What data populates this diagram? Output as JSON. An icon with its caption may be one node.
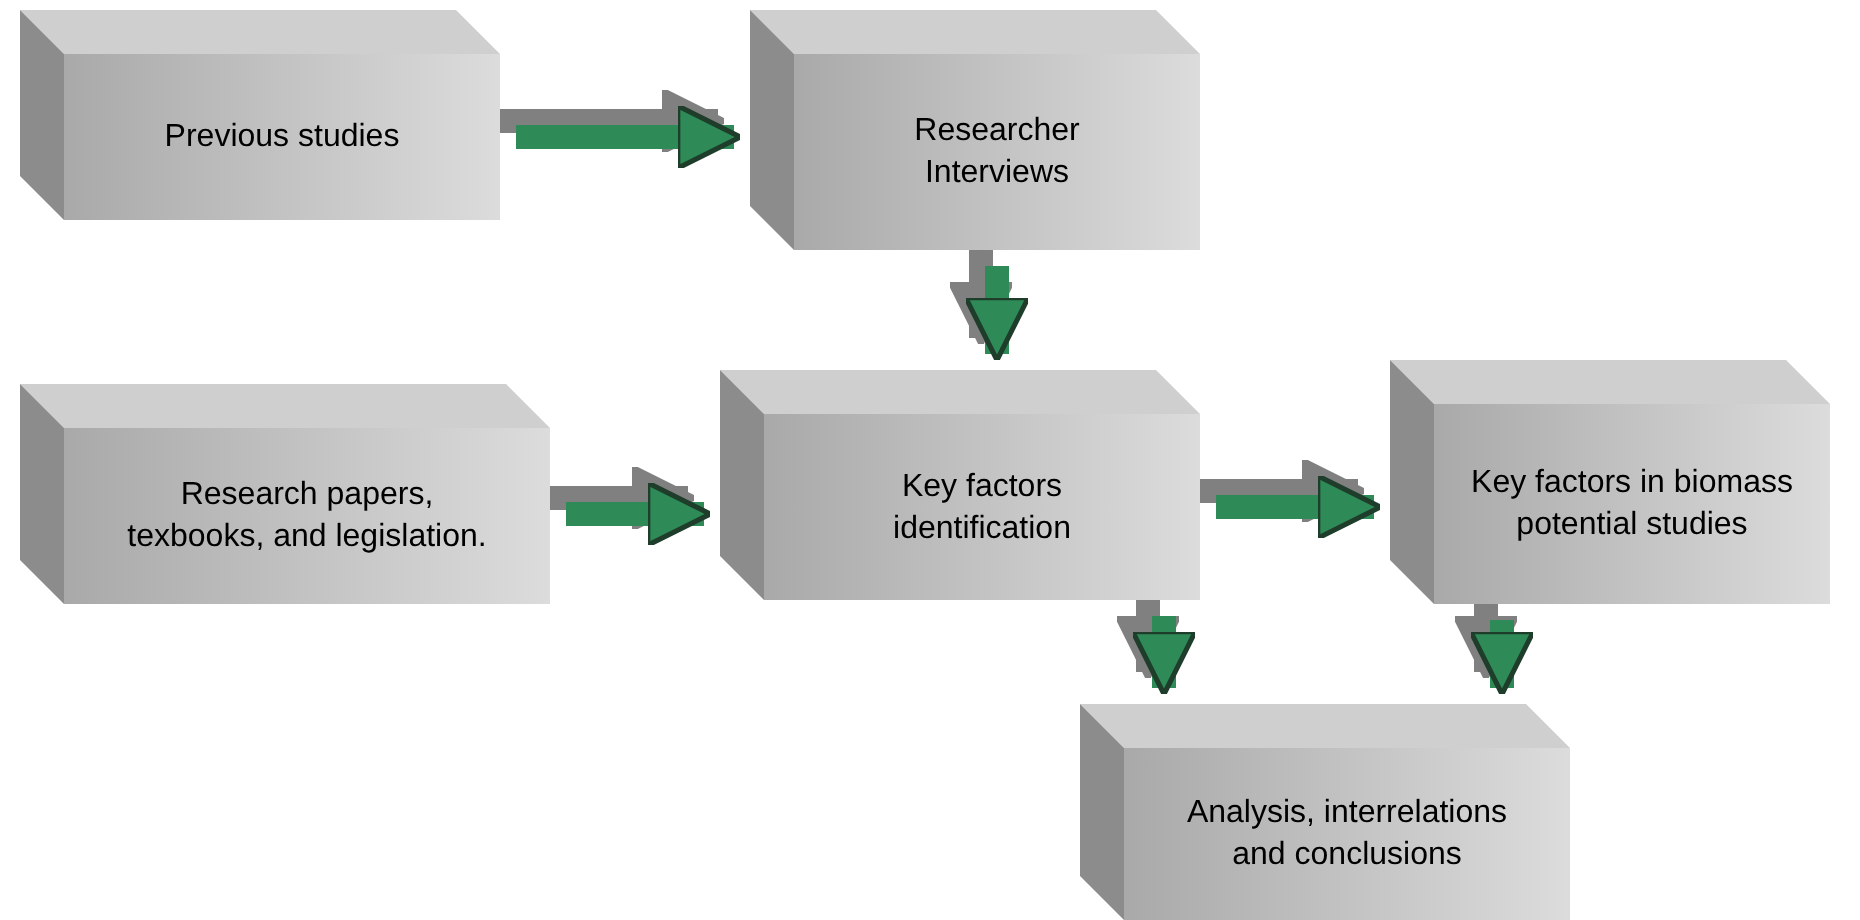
{
  "diagram": {
    "nodes": [
      {
        "text": [
          "Previous studies"
        ]
      },
      {
        "text": [
          "Researcher Interviews"
        ]
      },
      {
        "text": [
          "Research papers, texbooks, and legislation."
        ]
      },
      {
        "text": [
          "Key factors identification"
        ]
      },
      {
        "text": [
          "Key factors in biomass potential studies"
        ]
      },
      {
        "text": [
          "Analysis, interrelations and conclusions"
        ]
      }
    ],
    "edges": [
      {
        "from": 0,
        "to": 1,
        "arrow": "to"
      },
      {
        "from": 1,
        "to": 3,
        "arrow": "to"
      },
      {
        "from": 2,
        "to": 3,
        "arrow": "to"
      },
      {
        "from": 3,
        "to": 4,
        "arrow": "to"
      },
      {
        "from": 3,
        "to": 5,
        "arrow": "to"
      },
      {
        "from": 4,
        "to": 5,
        "arrow": "to"
      }
    ]
  }
}
